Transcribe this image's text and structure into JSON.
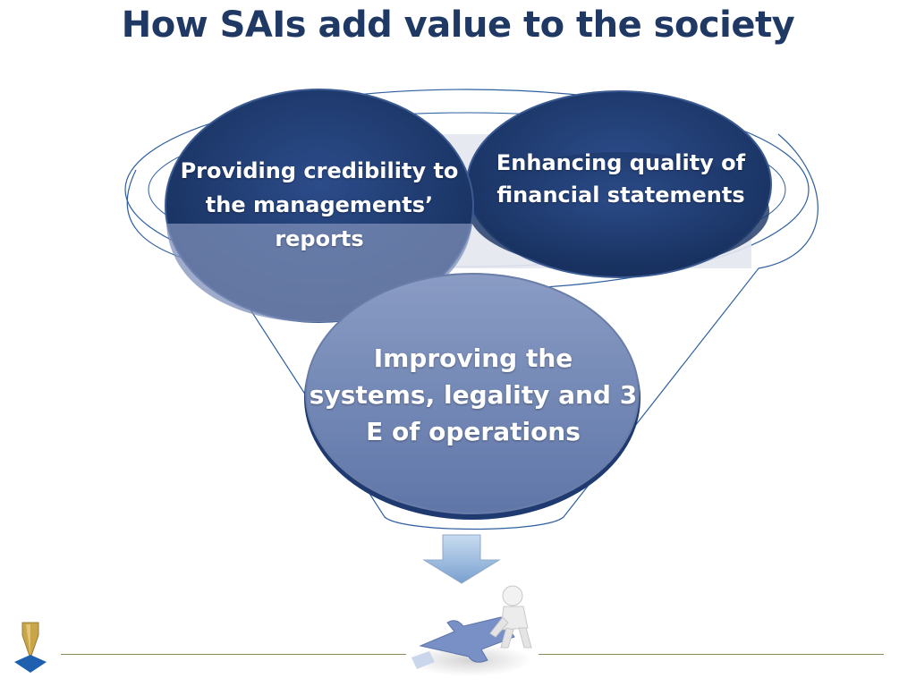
{
  "title": "How SAIs add value to the society",
  "colors": {
    "title": "#1f3864",
    "circle_dark": "#1f3a70",
    "circle_overlay": "#6f84b3",
    "funnel_outline": "#2f5f9f",
    "arrow": "#8fb0d8"
  },
  "diagram": {
    "circles": [
      {
        "id": "credibility",
        "label": "Providing credibility to the managements’ reports"
      },
      {
        "id": "quality",
        "label": "Enhancing quality of financial statements"
      },
      {
        "id": "systems",
        "label": "Improving the systems, legality and 3 E of operations"
      }
    ],
    "output_icon": "puzzle-figure-icon"
  },
  "footer": {
    "logo_icon": "sai-logo-icon"
  }
}
